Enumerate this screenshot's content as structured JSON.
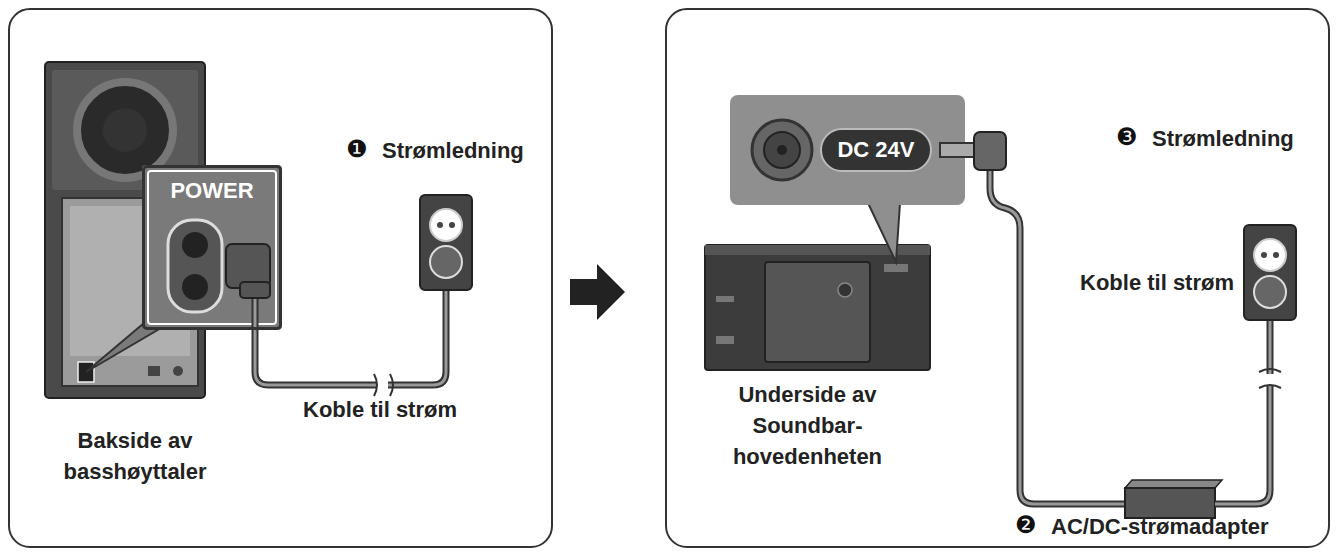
{
  "diagram": {
    "nodes": [
      {
        "text": [
          "Strømledning",
          "Koble til strøm",
          "Bakside av basshøyttaler"
        ]
      },
      {
        "text": [
          "POWER"
        ],
        "in": 0
      },
      {
        "text": [
          "Strømledning",
          "Koble til strøm",
          "Underside av Soundbar-hovedenheten",
          "AC/DC-strømadapter"
        ]
      },
      {
        "text": [
          "DC 24V"
        ],
        "in": 2
      }
    ],
    "edges": [
      {
        "from": 0,
        "to": 2,
        "arrow": "to"
      }
    ],
    "labels": [
      "❶",
      "❸",
      "❷"
    ]
  }
}
